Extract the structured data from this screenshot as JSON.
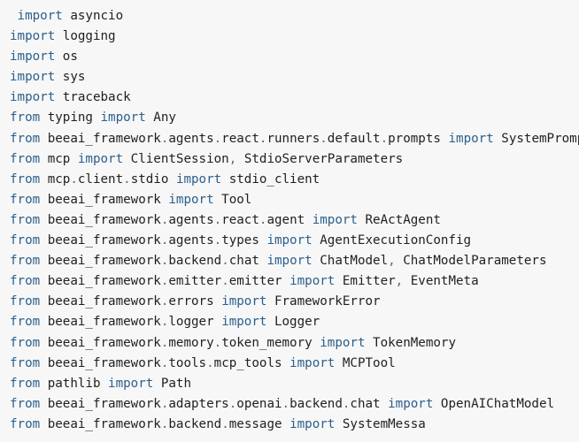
{
  "editor": {
    "lines": [
      [
        {
          "t": "kw",
          "v": " import"
        },
        {
          "t": "id",
          "v": " asyncio"
        }
      ],
      [
        {
          "t": "kw",
          "v": "import"
        },
        {
          "t": "id",
          "v": " logging"
        }
      ],
      [
        {
          "t": "kw",
          "v": "import"
        },
        {
          "t": "id",
          "v": " os"
        }
      ],
      [
        {
          "t": "kw",
          "v": "import"
        },
        {
          "t": "id",
          "v": " sys"
        }
      ],
      [
        {
          "t": "kw",
          "v": "import"
        },
        {
          "t": "id",
          "v": " traceback"
        }
      ],
      [
        {
          "t": "kw",
          "v": "from"
        },
        {
          "t": "id",
          "v": " typing "
        },
        {
          "t": "kw",
          "v": "import"
        },
        {
          "t": "id",
          "v": " Any"
        }
      ],
      [
        {
          "t": "kw",
          "v": "from"
        },
        {
          "t": "id",
          "v": " beeai_framework"
        },
        {
          "t": "punct",
          "v": "."
        },
        {
          "t": "id",
          "v": "agents"
        },
        {
          "t": "punct",
          "v": "."
        },
        {
          "t": "id",
          "v": "react"
        },
        {
          "t": "punct",
          "v": "."
        },
        {
          "t": "id",
          "v": "runners"
        },
        {
          "t": "punct",
          "v": "."
        },
        {
          "t": "id",
          "v": "default"
        },
        {
          "t": "punct",
          "v": "."
        },
        {
          "t": "id",
          "v": "prompts "
        },
        {
          "t": "kw",
          "v": "import"
        },
        {
          "t": "id",
          "v": " SystemPrompt"
        }
      ],
      [
        {
          "t": "kw",
          "v": "from"
        },
        {
          "t": "id",
          "v": " mcp "
        },
        {
          "t": "kw",
          "v": "import"
        },
        {
          "t": "id",
          "v": " ClientSession"
        },
        {
          "t": "punct",
          "v": ","
        },
        {
          "t": "id",
          "v": " StdioServerParameters"
        }
      ],
      [
        {
          "t": "kw",
          "v": "from"
        },
        {
          "t": "id",
          "v": " mcp"
        },
        {
          "t": "punct",
          "v": "."
        },
        {
          "t": "id",
          "v": "client"
        },
        {
          "t": "punct",
          "v": "."
        },
        {
          "t": "id",
          "v": "stdio "
        },
        {
          "t": "kw",
          "v": "import"
        },
        {
          "t": "id",
          "v": " stdio_client"
        }
      ],
      [
        {
          "t": "kw",
          "v": "from"
        },
        {
          "t": "id",
          "v": " beeai_framework "
        },
        {
          "t": "kw",
          "v": "import"
        },
        {
          "t": "id",
          "v": " Tool"
        }
      ],
      [
        {
          "t": "kw",
          "v": "from"
        },
        {
          "t": "id",
          "v": " beeai_framework"
        },
        {
          "t": "punct",
          "v": "."
        },
        {
          "t": "id",
          "v": "agents"
        },
        {
          "t": "punct",
          "v": "."
        },
        {
          "t": "id",
          "v": "react"
        },
        {
          "t": "punct",
          "v": "."
        },
        {
          "t": "id",
          "v": "agent "
        },
        {
          "t": "kw",
          "v": "import"
        },
        {
          "t": "id",
          "v": " ReActAgent"
        }
      ],
      [
        {
          "t": "kw",
          "v": "from"
        },
        {
          "t": "id",
          "v": " beeai_framework"
        },
        {
          "t": "punct",
          "v": "."
        },
        {
          "t": "id",
          "v": "agents"
        },
        {
          "t": "punct",
          "v": "."
        },
        {
          "t": "id",
          "v": "types "
        },
        {
          "t": "kw",
          "v": "import"
        },
        {
          "t": "id",
          "v": " AgentExecutionConfig"
        }
      ],
      [
        {
          "t": "kw",
          "v": "from"
        },
        {
          "t": "id",
          "v": " beeai_framework"
        },
        {
          "t": "punct",
          "v": "."
        },
        {
          "t": "id",
          "v": "backend"
        },
        {
          "t": "punct",
          "v": "."
        },
        {
          "t": "id",
          "v": "chat "
        },
        {
          "t": "kw",
          "v": "import"
        },
        {
          "t": "id",
          "v": " ChatModel"
        },
        {
          "t": "punct",
          "v": ","
        },
        {
          "t": "id",
          "v": " ChatModelParameters"
        }
      ],
      [
        {
          "t": "kw",
          "v": "from"
        },
        {
          "t": "id",
          "v": " beeai_framework"
        },
        {
          "t": "punct",
          "v": "."
        },
        {
          "t": "id",
          "v": "emitter"
        },
        {
          "t": "punct",
          "v": "."
        },
        {
          "t": "id",
          "v": "emitter "
        },
        {
          "t": "kw",
          "v": "import"
        },
        {
          "t": "id",
          "v": " Emitter"
        },
        {
          "t": "punct",
          "v": ","
        },
        {
          "t": "id",
          "v": " EventMeta"
        }
      ],
      [
        {
          "t": "kw",
          "v": "from"
        },
        {
          "t": "id",
          "v": " beeai_framework"
        },
        {
          "t": "punct",
          "v": "."
        },
        {
          "t": "id",
          "v": "errors "
        },
        {
          "t": "kw",
          "v": "import"
        },
        {
          "t": "id",
          "v": " FrameworkError"
        }
      ],
      [
        {
          "t": "kw",
          "v": "from"
        },
        {
          "t": "id",
          "v": " beeai_framework"
        },
        {
          "t": "punct",
          "v": "."
        },
        {
          "t": "id",
          "v": "logger "
        },
        {
          "t": "kw",
          "v": "import"
        },
        {
          "t": "id",
          "v": " Logger"
        }
      ],
      [
        {
          "t": "kw",
          "v": "from"
        },
        {
          "t": "id",
          "v": " beeai_framework"
        },
        {
          "t": "punct",
          "v": "."
        },
        {
          "t": "id",
          "v": "memory"
        },
        {
          "t": "punct",
          "v": "."
        },
        {
          "t": "id",
          "v": "token_memory "
        },
        {
          "t": "kw",
          "v": "import"
        },
        {
          "t": "id",
          "v": " TokenMemory"
        }
      ],
      [
        {
          "t": "kw",
          "v": "from"
        },
        {
          "t": "id",
          "v": " beeai_framework"
        },
        {
          "t": "punct",
          "v": "."
        },
        {
          "t": "id",
          "v": "tools"
        },
        {
          "t": "punct",
          "v": "."
        },
        {
          "t": "id",
          "v": "mcp_tools "
        },
        {
          "t": "kw",
          "v": "import"
        },
        {
          "t": "id",
          "v": " MCPTool"
        }
      ],
      [
        {
          "t": "kw",
          "v": "from"
        },
        {
          "t": "id",
          "v": " pathlib "
        },
        {
          "t": "kw",
          "v": "import"
        },
        {
          "t": "id",
          "v": " Path"
        }
      ],
      [
        {
          "t": "kw",
          "v": "from"
        },
        {
          "t": "id",
          "v": " beeai_framework"
        },
        {
          "t": "punct",
          "v": "."
        },
        {
          "t": "id",
          "v": "adapters"
        },
        {
          "t": "punct",
          "v": "."
        },
        {
          "t": "id",
          "v": "openai"
        },
        {
          "t": "punct",
          "v": "."
        },
        {
          "t": "id",
          "v": "backend"
        },
        {
          "t": "punct",
          "v": "."
        },
        {
          "t": "id",
          "v": "chat "
        },
        {
          "t": "kw",
          "v": "import"
        },
        {
          "t": "id",
          "v": " OpenAIChatModel"
        }
      ],
      [
        {
          "t": "kw",
          "v": "from"
        },
        {
          "t": "id",
          "v": " beeai_framework"
        },
        {
          "t": "punct",
          "v": "."
        },
        {
          "t": "id",
          "v": "backend"
        },
        {
          "t": "punct",
          "v": "."
        },
        {
          "t": "id",
          "v": "message "
        },
        {
          "t": "kw",
          "v": "import"
        },
        {
          "t": "id",
          "v": " SystemMessa"
        }
      ]
    ]
  },
  "colors": {
    "background": "#f7f7f7",
    "keyword": "#2b5f8c",
    "identifier": "#1f1f1f",
    "punctuation": "#6a6a6a"
  }
}
